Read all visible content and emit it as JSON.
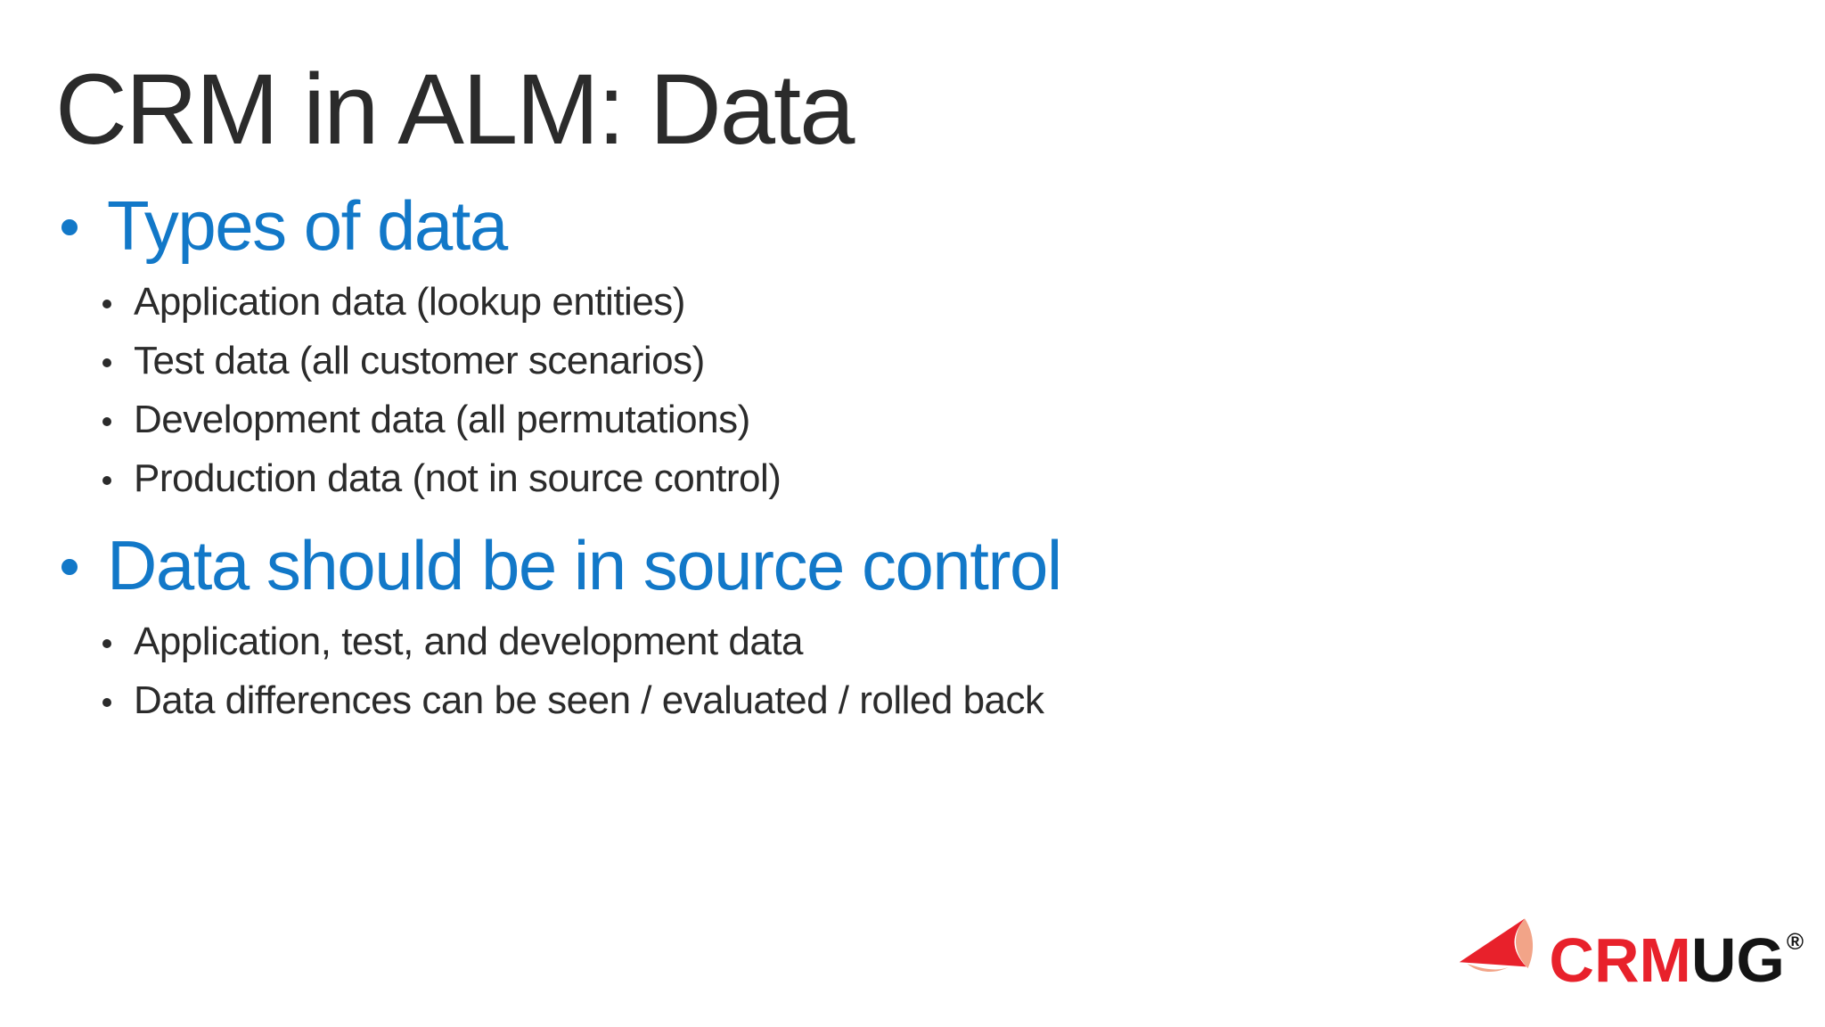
{
  "slide": {
    "title": "CRM in ALM: Data",
    "sections": [
      {
        "heading": "Types of data",
        "items": [
          "Application data (lookup entities)",
          "Test data (all customer scenarios)",
          "Development data (all permutations)",
          "Production data (not in source control)"
        ]
      },
      {
        "heading": "Data should be in source control",
        "items": [
          "Application, test, and development data",
          "Data differences can be seen / evaluated / rolled back"
        ]
      }
    ]
  },
  "logo": {
    "name": "CRMUG",
    "part_red": "CRM",
    "part_black": "UG",
    "registered_mark": "®"
  },
  "colors": {
    "heading_blue": "#1278C8",
    "body_dark": "#2B2B2B",
    "logo_red": "#E8212B",
    "logo_salmon": "#F2A488",
    "logo_black": "#141414",
    "background": "#FFFFFF"
  }
}
